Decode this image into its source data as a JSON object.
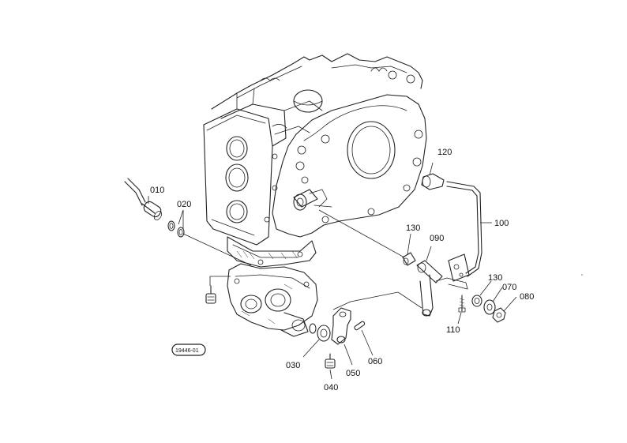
{
  "diagram": {
    "badge_text": "19446-01",
    "parts": {
      "p010": "010",
      "p020": "020",
      "p030": "030",
      "p040": "040",
      "p050": "050",
      "p060": "060",
      "p070": "070",
      "p080": "080",
      "p090": "090",
      "p100": "100",
      "p110": "110",
      "p120": "120",
      "p130a": "130",
      "p130b": "130"
    }
  }
}
